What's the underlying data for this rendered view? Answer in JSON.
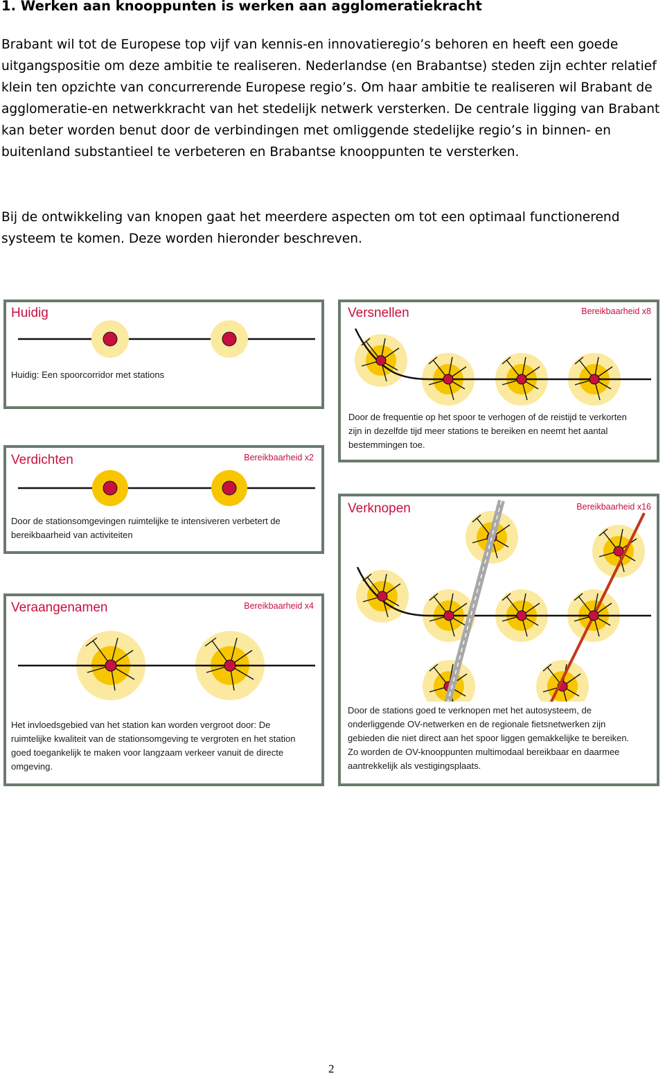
{
  "heading": "1.  Werken aan knooppunten is werken aan agglomeratiekracht",
  "paragraphs": [
    "Brabant wil tot de Europese top vijf van kennis-en innovatieregio’s behoren en heeft een goede uitgangspositie om deze ambitie te realiseren. Nederlandse (en Brabantse) steden zijn echter relatief klein ten opzichte van concurrerende Europese regio’s. Om haar ambitie te realiseren wil Brabant de agglomeratie-en netwerkkracht van het stedelijk netwerk versterken. De centrale ligging van Brabant kan beter worden benut door de verbindingen met omliggende stedelijke regio’s in binnen- en buitenland substantieel te verbeteren en Brabantse knooppunten te versterken.",
    "Bij de ontwikkeling van knopen gaat het meerdere aspecten om tot een optimaal functionerend systeem te komen. Deze worden hieronder beschreven."
  ],
  "panels": {
    "huidig": {
      "title": "Huidig",
      "caption": [
        "Huidig: Een spoorcorridor met stations"
      ]
    },
    "versnellen": {
      "title": "Versnellen",
      "reach": "Bereikbaarheid x8",
      "caption": [
        "Door de frequentie op het spoor te verhogen of de reistijd te verkorten",
        "zijn in dezelfde tijd meer stations te bereiken en neemt het aantal",
        "bestemmingen toe."
      ]
    },
    "verdichten": {
      "title": "Verdichten",
      "reach": "Bereikbaarheid x2",
      "caption": [
        "Door de stationsomgevingen ruimtelijke te intensiveren verbetert de",
        "bereikbaarheid van activiteiten"
      ]
    },
    "verknopen": {
      "title": "Verknopen",
      "reach": "Bereikbaarheid x16",
      "caption": [
        "Door de stations goed te verknopen met het autosysteem, de",
        "onderliggende OV-netwerken en de regionale fietsnetwerken zijn",
        "gebieden die niet direct aan het spoor liggen gemakkelijke te bereiken.",
        "Zo worden de OV-knooppunten multimodaal bereikbaar en daarmee",
        "aantrekkelijk als vestigingsplaats."
      ]
    },
    "veraangenamen": {
      "title": "Veraangenamen",
      "reach": "Bereikbaarheid x4",
      "caption": [
        "Het invloedsgebied van het station kan worden vergroot door: De",
        "ruimtelijke kwaliteit van de stationsomgeving te vergroten en het station",
        "goed toegankelijk te maken voor langzaam verkeer vanuit de directe",
        "omgeving."
      ]
    }
  },
  "colors": {
    "panel_border": "#6a7a6c",
    "title_red": "#c8103f",
    "station": "#c8103f",
    "halo_inner": "#f7c600",
    "halo_outer": "#fbe9a0",
    "highway": "#a8a8a8",
    "rail_red": "#c0391b"
  },
  "page_number": "2"
}
